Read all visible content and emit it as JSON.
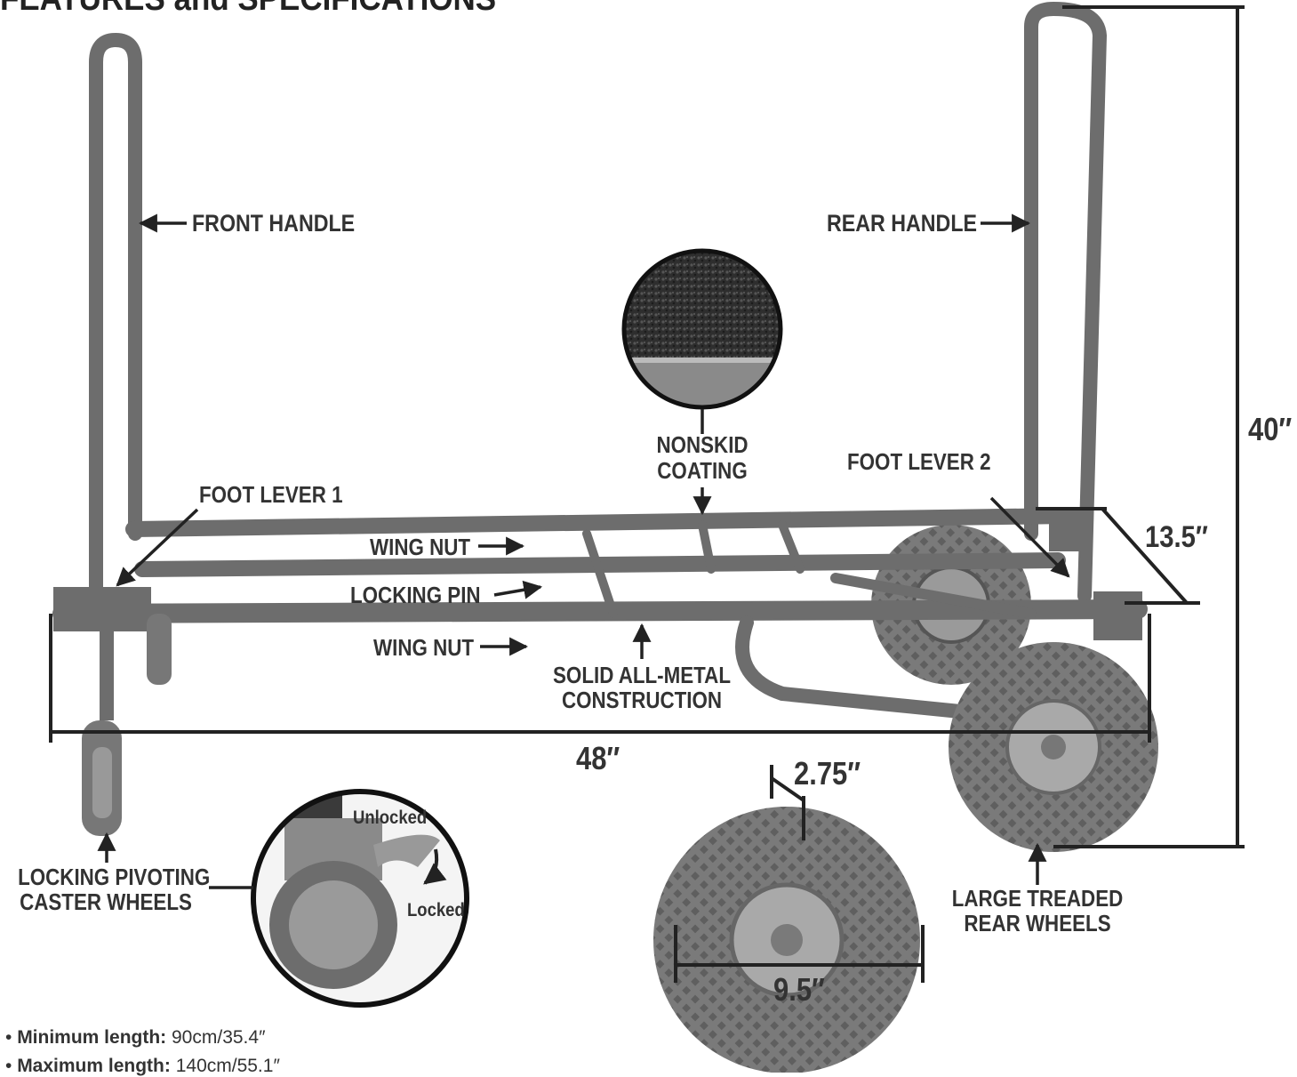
{
  "page": {
    "title": "FEATURES and SPECIFICATIONS"
  },
  "callouts": {
    "front_handle": "FRONT HANDLE",
    "rear_handle": "REAR HANDLE",
    "nonskid_line1": "NONSKID",
    "nonskid_line2": "COATING",
    "foot_lever_1": "FOOT LEVER 1",
    "foot_lever_2": "FOOT LEVER 2",
    "wing_nut_top": "WING NUT",
    "locking_pin": "LOCKING PIN",
    "wing_nut_bottom": "WING NUT",
    "construction_line1": "SOLID ALL-METAL",
    "construction_line2": "CONSTRUCTION",
    "caster_line1": "LOCKING PIVOTING",
    "caster_line2": "CASTER WHEELS",
    "rear_wheels_line1": "LARGE TREADED",
    "rear_wheels_line2": "REAR WHEELS",
    "unlocked": "Unlocked",
    "locked": "Locked"
  },
  "dimensions": {
    "height": "40″",
    "length": "48″",
    "width": "13.5″",
    "wheel_width": "2.75″",
    "wheel_diameter": "9.5″"
  },
  "specs": [
    {
      "label": "Minimum length:",
      "value": " 90cm/35.4″"
    },
    {
      "label": "Maximum length:",
      "value": " 140cm/55.1″"
    }
  ],
  "colors": {
    "frame": "#6d6d6d",
    "line": "#222222",
    "tire": "#777777",
    "hub": "#a9a9a9"
  }
}
